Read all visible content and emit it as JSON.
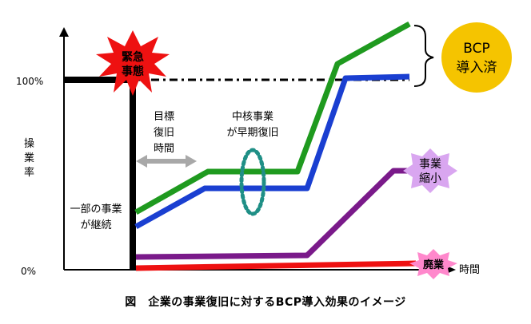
{
  "diagram": {
    "y_labels": {
      "top": "100%",
      "bottom": "0%"
    },
    "y_axis_title": [
      "操",
      "業",
      "率"
    ],
    "x_axis_label": "時間",
    "emergency": [
      "緊急",
      "事態"
    ],
    "target_time": [
      "目標",
      "復旧",
      "時間"
    ],
    "early_recovery": [
      "中核事業",
      "が早期復旧"
    ],
    "partial_continuation": [
      "一部の事業",
      "が継続"
    ],
    "bcp_badge": [
      "BCP",
      "導入済"
    ],
    "shrink": [
      "事業",
      "縮小"
    ],
    "abolish": "廃業",
    "colors": {
      "bcp_line": "#1f9a1f",
      "blue_line": "#1a3fd1",
      "purple_line": "#7a1a8a",
      "red_line": "#ee1111",
      "burst": "#ee1111",
      "badge": "#f5c400",
      "shrink_burst": "#d9a6f0",
      "abolish_burst": "#ff88cc",
      "teal_dots": "#1f8f86",
      "arrow_gray": "#a8a8a8"
    }
  },
  "caption": "図　企業の事業復旧に対するBCP導入効果のイメージ"
}
